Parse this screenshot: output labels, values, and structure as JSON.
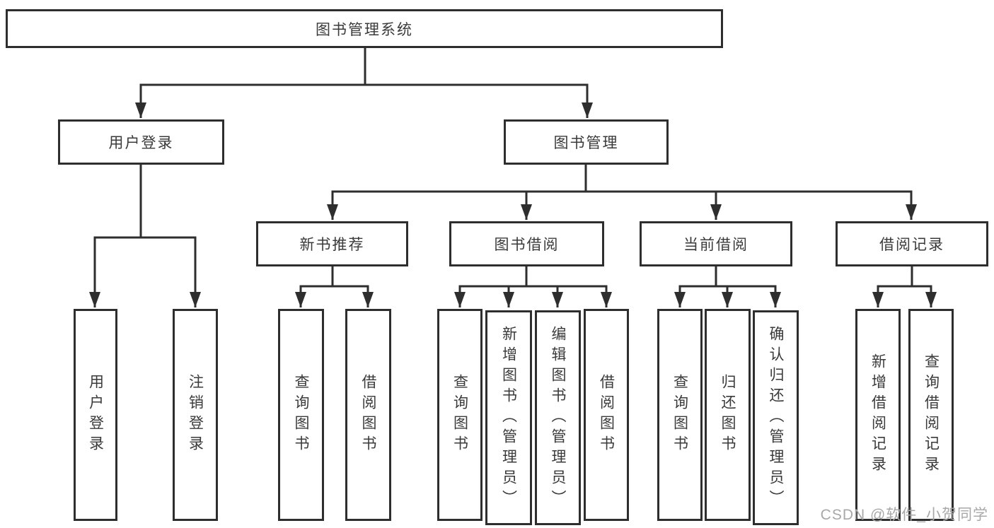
{
  "colors": {
    "line": "#2e2e2e",
    "box_border": "#2e2e2e",
    "text": "#3a3a3a",
    "watermark": "#a8a8a8",
    "background": "#ffffff"
  },
  "watermark": "CSDN @软件_小贺同学",
  "tree": {
    "root": "图书管理系统",
    "children": [
      {
        "label": "用户登录",
        "children": [
          "用户登录",
          "注销登录"
        ]
      },
      {
        "label": "图书管理",
        "children": [
          {
            "label": "新书推荐",
            "children": [
              "查询图书",
              "借阅图书"
            ]
          },
          {
            "label": "图书借阅",
            "children": [
              "查询图书",
              "新增图书（管理员）",
              "编辑图书（管理员）",
              "借阅图书"
            ]
          },
          {
            "label": "当前借阅",
            "children": [
              "查询图书",
              "归还图书",
              "确认归还（管理员）"
            ]
          },
          {
            "label": "借阅记录",
            "children": [
              "新增借阅记录",
              "查询借阅记录"
            ]
          }
        ]
      }
    ]
  }
}
